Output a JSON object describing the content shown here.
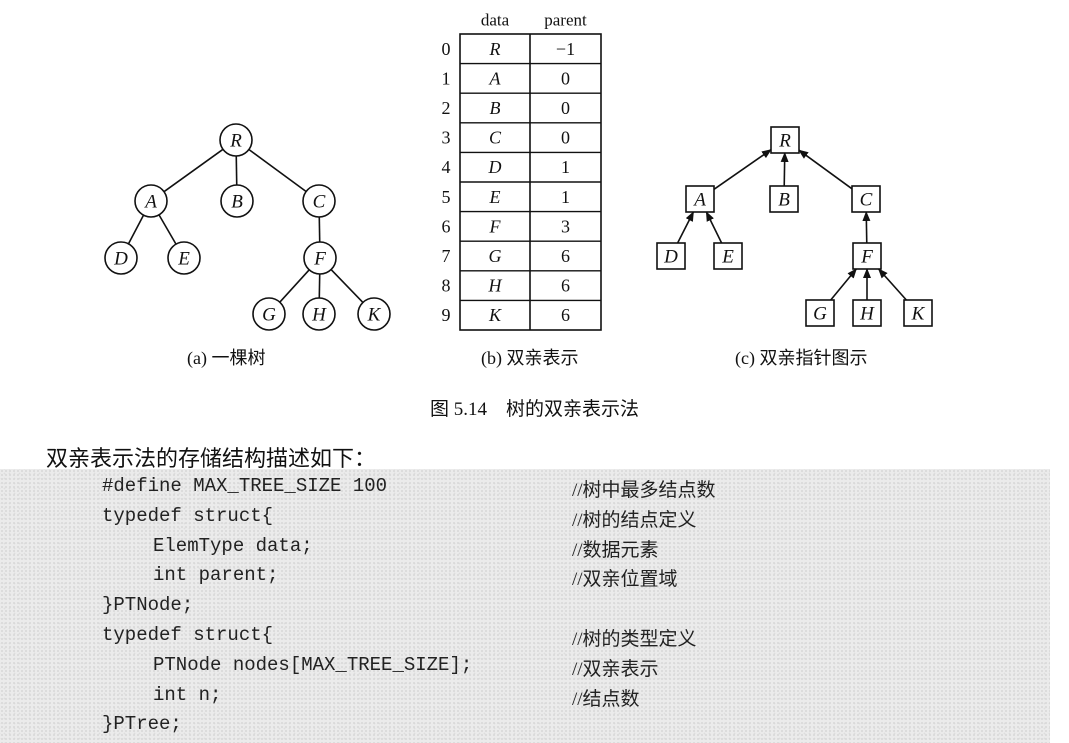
{
  "table": {
    "headers": [
      "data",
      "parent"
    ],
    "rows": [
      {
        "index": "0",
        "data": "R",
        "parent": "−1"
      },
      {
        "index": "1",
        "data": "A",
        "parent": "0"
      },
      {
        "index": "2",
        "data": "B",
        "parent": "0"
      },
      {
        "index": "3",
        "data": "C",
        "parent": "0"
      },
      {
        "index": "4",
        "data": "D",
        "parent": "1"
      },
      {
        "index": "5",
        "data": "E",
        "parent": "1"
      },
      {
        "index": "6",
        "data": "F",
        "parent": "3"
      },
      {
        "index": "7",
        "data": "G",
        "parent": "6"
      },
      {
        "index": "8",
        "data": "H",
        "parent": "6"
      },
      {
        "index": "9",
        "data": "K",
        "parent": "6"
      }
    ]
  },
  "tree_nodes": [
    "R",
    "A",
    "B",
    "C",
    "D",
    "E",
    "F",
    "G",
    "H",
    "K"
  ],
  "tree_edges": [
    [
      "R",
      "A"
    ],
    [
      "R",
      "B"
    ],
    [
      "R",
      "C"
    ],
    [
      "A",
      "D"
    ],
    [
      "A",
      "E"
    ],
    [
      "C",
      "F"
    ],
    [
      "F",
      "G"
    ],
    [
      "F",
      "H"
    ],
    [
      "F",
      "K"
    ]
  ],
  "captions": {
    "a": "(a) 一棵树",
    "b": "(b) 双亲表示",
    "c": "(c) 双亲指针图示"
  },
  "figure_title": "图 5.14　树的双亲表示法",
  "intro": "双亲表示法的存储结构描述如下：",
  "code_lines": [
    {
      "code": "#define MAX_TREE_SIZE 100",
      "indent": 1,
      "comment": "//树中最多结点数"
    },
    {
      "code": "typedef struct{",
      "indent": 1,
      "comment": "//树的结点定义"
    },
    {
      "code": "ElemType data;",
      "indent": 2,
      "comment": "//数据元素"
    },
    {
      "code": "int parent;",
      "indent": 2,
      "comment": "//双亲位置域"
    },
    {
      "code": "}PTNode;",
      "indent": 1,
      "comment": ""
    },
    {
      "code": "typedef struct{",
      "indent": 1,
      "comment": "//树的类型定义"
    },
    {
      "code": "PTNode nodes[MAX_TREE_SIZE];",
      "indent": 2,
      "comment": "//双亲表示"
    },
    {
      "code": "int n;",
      "indent": 2,
      "comment": "//结点数"
    },
    {
      "code": "}PTree;",
      "indent": 1,
      "comment": ""
    }
  ]
}
